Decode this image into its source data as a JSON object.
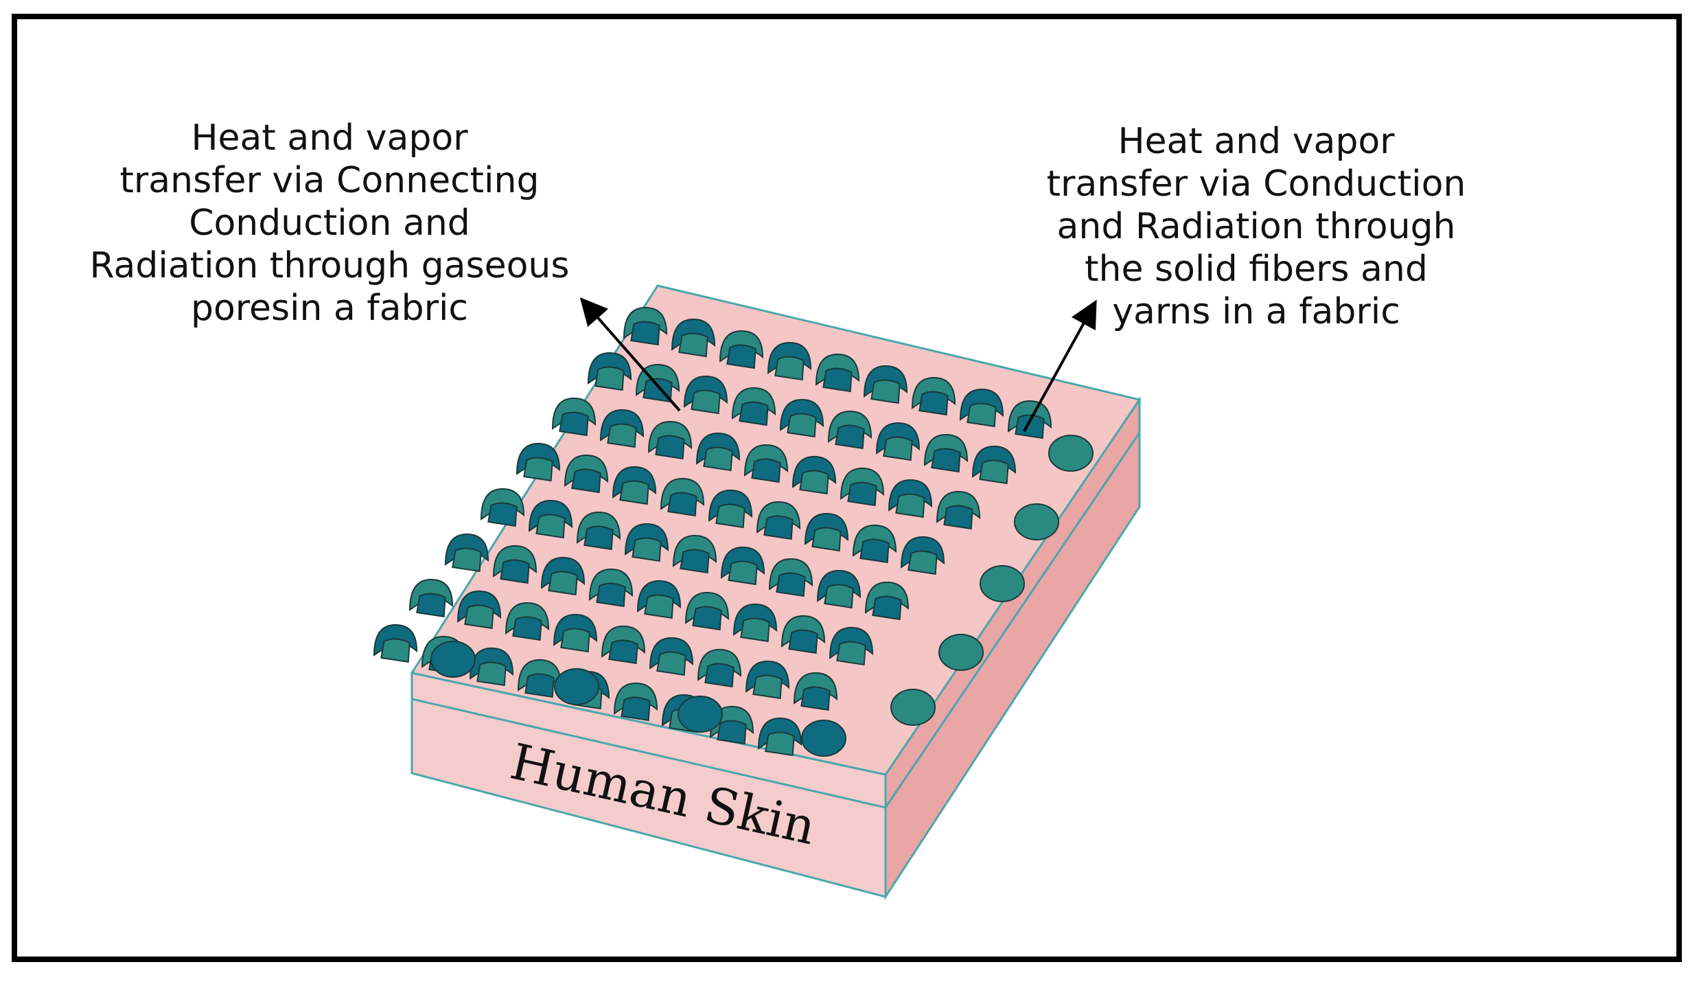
{
  "labels": {
    "left": {
      "lines": [
        "Heat and vapor",
        "transfer via Connecting",
        "Conduction and",
        "Radiation through gaseous",
        "poresin a fabric"
      ]
    },
    "right": {
      "lines": [
        "Heat and vapor",
        "transfer via Conduction",
        "and Radiation through",
        "the solid fibers and",
        "yarns in a fabric"
      ]
    },
    "skin": "Human Skin"
  },
  "colors": {
    "skin_top": "#f5c6c6",
    "skin_front": "#f4cccc",
    "skin_side": "#eaa5a5",
    "skin_edge": "#4aa7ad",
    "yarn_light": "#2a8a82",
    "yarn_dark": "#0e6b80",
    "arrow": "#000000"
  }
}
